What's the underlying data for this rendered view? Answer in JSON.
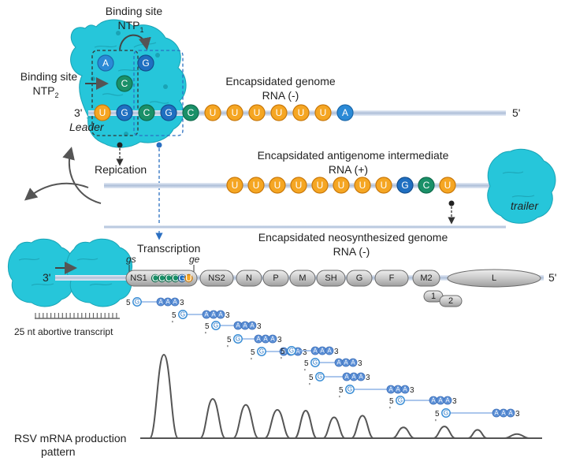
{
  "labels": {
    "binding_site_1": "Binding site",
    "ntp1_main": "NTP",
    "ntp1_sub": "1",
    "binding_site_2": "Binding site",
    "ntp2_main": "NTP",
    "ntp2_sub": "2",
    "genome_title_1": "Encapsidated genome",
    "genome_title_2": "RNA (-)",
    "three_prime": "3'",
    "five_prime": "5'",
    "leader": "Leader",
    "replication": "Repication",
    "antigenome_title_1": "Encapsidated antigenome intermediate",
    "antigenome_title_2": "RNA (+)",
    "trailer": "trailer",
    "transcription": "Transcription",
    "neo_title_1": "Encapsidated neosynthesized genome",
    "neo_title_2": "RNA (-)",
    "gs": "gs",
    "ge": "ge",
    "abortive": "25 nt abortive transcript",
    "production_1": "RSV mRNA production",
    "production_2": "pattern",
    "mrna_5": "5",
    "mrna_3": "3",
    "mrna_prime": "'",
    "cap": "G",
    "polyA": "A"
  },
  "polymerase_site": {
    "ntp1_base": "A",
    "ntp1_base_2": "G",
    "ntp2_base": "C",
    "template": [
      "U",
      "G",
      "C",
      "G"
    ]
  },
  "genome_beads": [
    "C",
    "U",
    "U",
    "U",
    "U",
    "U",
    "U",
    "A"
  ],
  "antigenome_beads": [
    "U",
    "U",
    "U",
    "U",
    "U",
    "U",
    "U",
    "U",
    "G",
    "C",
    "U"
  ],
  "genes": {
    "ns1": "NS1",
    "ns1_seq": [
      "C",
      "C",
      "C",
      "C",
      "G",
      "U"
    ],
    "list": [
      "NS2",
      "N",
      "P",
      "M",
      "SH",
      "G",
      "F",
      "M2",
      "L"
    ],
    "m2_orfs": [
      "1",
      "2"
    ]
  },
  "colors": {
    "polymerase": "#26c6da",
    "orange_base": "#f5a623",
    "blue_base": "#1f6fc1",
    "green_base": "#1a9068",
    "genome_line": "#c7d3e6",
    "mrna_bead": "#5b8fd6"
  },
  "chart_data": {
    "type": "area",
    "title": "",
    "xlabel": "",
    "ylabel": "",
    "categories": [
      "abortive",
      "NS1",
      "NS2",
      "N",
      "P",
      "M",
      "SH",
      "G",
      "F",
      "M2",
      "L"
    ],
    "values": [
      1.0,
      0.47,
      0.4,
      0.34,
      0.33,
      0.25,
      0.27,
      0.13,
      0.14,
      0.1,
      0.05
    ]
  }
}
